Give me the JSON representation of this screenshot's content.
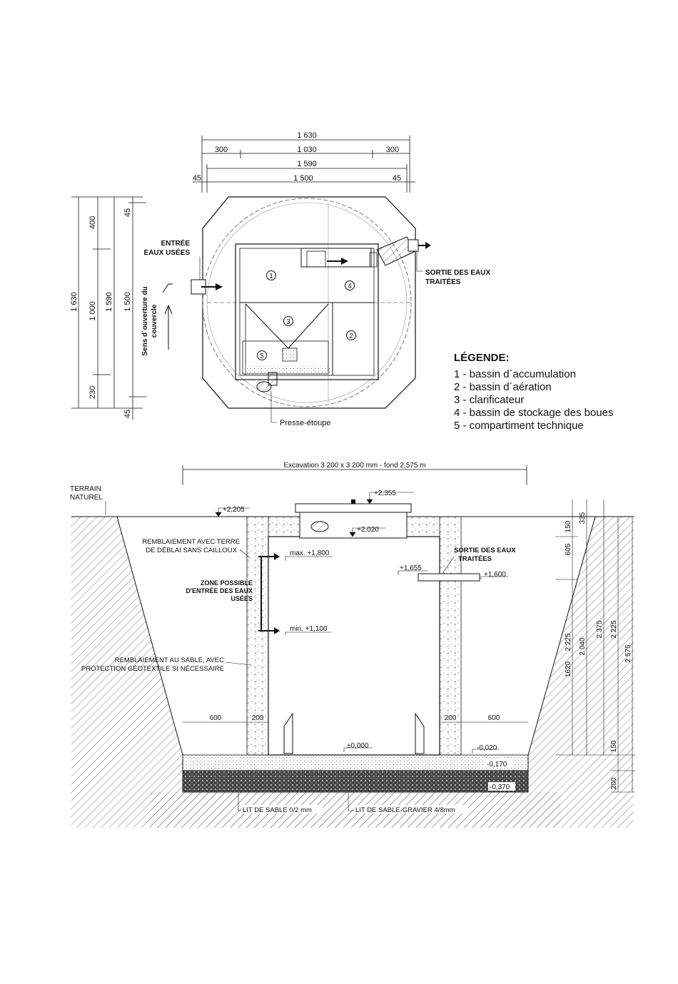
{
  "plan": {
    "dims_top": {
      "overall": "1 630",
      "left": "300",
      "middle": "1 030",
      "right": "300",
      "inner": "1 590",
      "edge_left": "45",
      "edge_right": "45",
      "base": "1 500"
    },
    "dims_side": {
      "seg_top": "400",
      "seg_mid": "1 000",
      "seg_bot": "230",
      "overall": "1 630",
      "inner": "1 590",
      "base": "1 500",
      "edge_top": "45",
      "edge_bot": "45"
    },
    "lid_direction": [
      "Sens d´ouverture du",
      "couvercle"
    ],
    "inlet_label": [
      "ENTRÉE",
      "EAUX USÉES"
    ],
    "outlet_label": [
      "SORTIE DES EAUX",
      "TRAITÉES"
    ],
    "gland_label": "Presse-étoupe",
    "compartments": [
      "1",
      "2",
      "3",
      "4",
      "5"
    ]
  },
  "legend": {
    "title": "LÉGENDE:",
    "items": [
      "1 - bassin d´accumulation",
      "2 - bassin d´aération",
      "3 - clarificateur",
      "4 - bassin de stockage des boues",
      "5 - compartiment technique"
    ]
  },
  "section": {
    "excavation": "Excavation 3 200 x 3 200 mm - fond 2,575 m",
    "ground_label": [
      "TERRAIN",
      "NATUREL"
    ],
    "levels": {
      "ground": "+2,205",
      "lid": "+2,355",
      "top": "+2,020",
      "max": "max. +1,800",
      "min": "min. +1,100",
      "outlet_in": "+1,655",
      "outlet_out": "+1,600",
      "zero": "±0,000",
      "base_top": "-0,020",
      "sand_bottom": "-0,170",
      "gravel_bottom": "-0,370"
    },
    "backfill_soil": [
      "REMBLAIEMENT AVEC TERRE",
      "DE DÉBLAI SANS CAILLOUX"
    ],
    "inlet_zone": [
      "ZONE POSSIBLE",
      "D'ENTRÉE DES EAUX",
      "USÉES"
    ],
    "backfill_sand": [
      "REMBLAIEMENT AU SABLE, AVEC",
      "PROTECTION GÉOTEXTILE SI NÉCESSAIRE"
    ],
    "outlet_label": [
      "SORTIE DES EAUX",
      "TRAITÉES"
    ],
    "widths": {
      "left_gap": "600",
      "left_fill": "200",
      "right_fill": "200",
      "right_gap": "600"
    },
    "right_dims": {
      "a150": "150",
      "a335": "335",
      "a605": "605",
      "a1620": "1620",
      "a2225": "2 225",
      "a2040": "2 040",
      "a2375": "2 375",
      "a2225b": "2 225",
      "a2575": "2 575",
      "a150b": "150",
      "a200": "200"
    },
    "sand_bed": "LIT DE SABLE 0/2 mm",
    "gravel_bed": "LIT DE SABLE-GRAVIER 4/8mm"
  }
}
